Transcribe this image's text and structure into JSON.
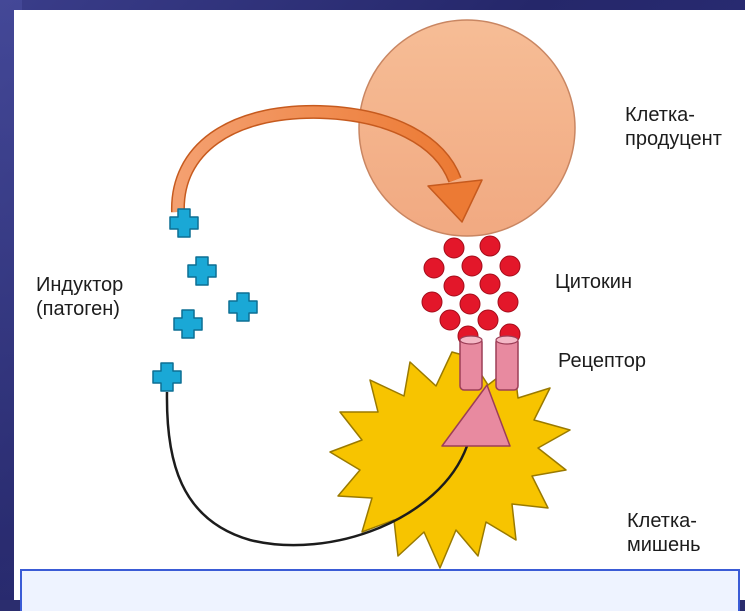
{
  "labels": {
    "producer_cell": "Клетка-\nпродуцент",
    "cytokine": "Цитокин",
    "receptor": "Рецептор",
    "inductor": "Индуктор\n(патоген)",
    "target_cell": "Клетка-\nмишень"
  },
  "colors": {
    "producer_cell": "#f4b48a",
    "cytokine": "#e3172a",
    "receptor": "#e88aa0",
    "pathogen": "#1aa8d6",
    "target_cell": "#f7c400",
    "arrow": "#f08a4b",
    "background": "#2b2d6e"
  }
}
